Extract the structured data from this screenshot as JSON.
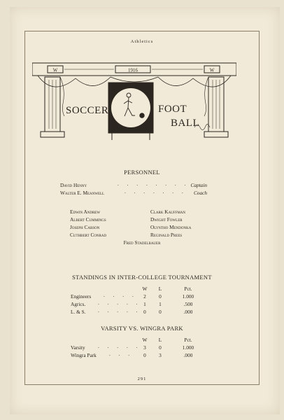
{
  "header": {
    "running_head": "Athletics"
  },
  "illustration": {
    "banner_left": "W",
    "banner_year": "1916",
    "banner_right": "W",
    "title_word1": "SOCCER",
    "title_word2": "FOOT",
    "title_word3": "BALL"
  },
  "personnel": {
    "heading": "PERSONNEL",
    "leaders": [
      {
        "name": "David Henny",
        "role": "Captain"
      },
      {
        "name": "Walter E. Meanwell",
        "role": "Coach"
      }
    ],
    "players_left": [
      "Edwin Andrew",
      "Albert Cummings",
      "Joseph Carson",
      "Cuthbert Conrad"
    ],
    "players_right": [
      "Clark Kauffman",
      "Dwight Fowler",
      "Olyntho Mendonka",
      "Reginald Prees"
    ],
    "player_center": "Fred Stadelbauer"
  },
  "standings": {
    "heading": "STANDINGS IN INTER-COLLEGE TOURNAMENT",
    "columns": [
      "W",
      "L",
      "Pct."
    ],
    "rows": [
      {
        "team": "Engineers",
        "w": "2",
        "l": "0",
        "pct": "1.000"
      },
      {
        "team": "Agrics.",
        "w": "1",
        "l": "1",
        "pct": ".500"
      },
      {
        "team": "L. & S.",
        "w": "0",
        "l": "0",
        "pct": ".000"
      }
    ]
  },
  "varsity": {
    "heading": "VARSITY VS. WINGRA PARK",
    "columns": [
      "W",
      "L",
      "Pct."
    ],
    "rows": [
      {
        "team": "Varsity",
        "w": "3",
        "l": "0",
        "pct": "1.000"
      },
      {
        "team": "Wingra Park",
        "w": "0",
        "l": "3",
        "pct": ".000"
      }
    ]
  },
  "footer": {
    "page_number": "291"
  }
}
